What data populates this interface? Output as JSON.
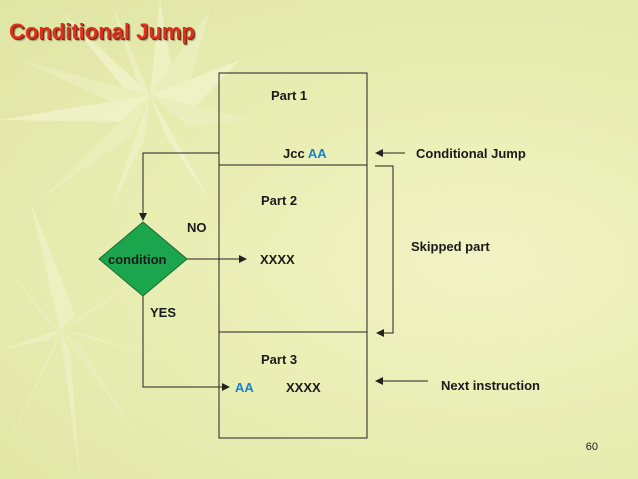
{
  "title": "Conditional Jump",
  "diagram": {
    "part1_label": "Part 1",
    "jump_mnemonic": "Jcc",
    "jump_target": "AA",
    "part2_label": "Part 2",
    "part2_code": "XXXX",
    "part3_label": "Part 3",
    "part3_address": "AA",
    "part3_code": "XXXX",
    "condition_label": "condition",
    "no_label": "NO",
    "yes_label": "YES"
  },
  "annotations": {
    "conditional_jump": "Conditional Jump",
    "skipped_part": "Skipped part",
    "next_instruction": "Next instruction"
  },
  "page_number": "60",
  "colors": {
    "title": "#e0301c",
    "diamond_fill": "#1ba64e",
    "highlight_text": "#1a7fd0",
    "background": "#ecf0b8"
  }
}
